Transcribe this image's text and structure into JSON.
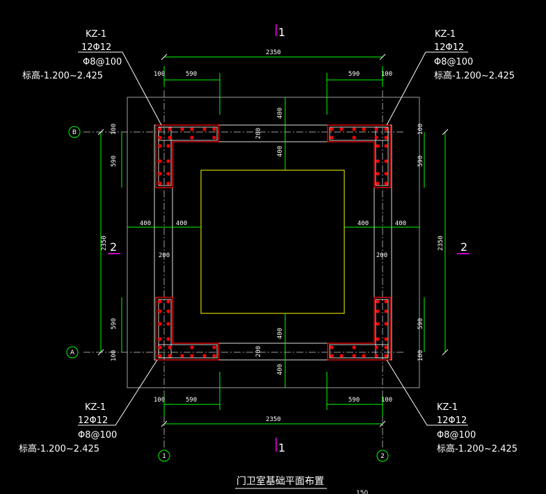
{
  "colors": {
    "background": "#000000",
    "green": "#00ff00",
    "yellow": "#ffff00",
    "red": "#ff0000",
    "white": "#ffffff",
    "magenta": "#ff00ff",
    "gray": "#a0a0a0"
  },
  "title": "门卫室基础平面布置",
  "title_suffix": "150",
  "section_marks": {
    "top": "1",
    "bottom": "1",
    "left": "2",
    "right": "2"
  },
  "axes": {
    "B": "B",
    "A": "A",
    "one": "1",
    "two": "2"
  },
  "columns": {
    "top_left": {
      "name": "KZ-1",
      "rebar": "12Φ12",
      "stirrup": "Φ8@100",
      "elev": "标高-1.200~2.425"
    },
    "top_right": {
      "name": "KZ-1",
      "rebar": "12Φ12",
      "stirrup": "Φ8@100",
      "elev": "标高-1.200~2.425"
    },
    "bottom_left": {
      "name": "KZ-1",
      "rebar": "12Φ12",
      "stirrup": "Φ8@100",
      "elev": "标高-1.200~2.425"
    },
    "bottom_right": {
      "name": "KZ-1",
      "rebar": "12Φ12",
      "stirrup": "Φ8@100",
      "elev": "标高-1.200~2.425"
    }
  },
  "dims": {
    "overall_top": "2350",
    "overall_bottom": "2350",
    "overall_left": "2350",
    "overall_right": "2350",
    "top_left_100": "100",
    "top_left_590": "590",
    "top_right_590": "590",
    "top_right_100": "100",
    "bot_left_100": "100",
    "bot_left_590": "590",
    "bot_right_590": "590",
    "bot_right_100": "100",
    "left_top_100": "100",
    "left_top_590": "590",
    "left_bot_590": "590",
    "left_bot_100": "100",
    "right_top_100": "100",
    "right_top_590": "590",
    "right_bot_590": "590",
    "right_bot_100": "100",
    "mid_top_400": "400",
    "mid_top_200": "200",
    "mid_top_400b": "400",
    "mid_bot_400": "400",
    "mid_bot_200": "200",
    "mid_bot_400b": "400",
    "mid_left_400": "400",
    "mid_left_400b": "400",
    "mid_left_200": "200",
    "mid_right_400": "400",
    "mid_right_400b": "400",
    "mid_right_200": "200"
  }
}
